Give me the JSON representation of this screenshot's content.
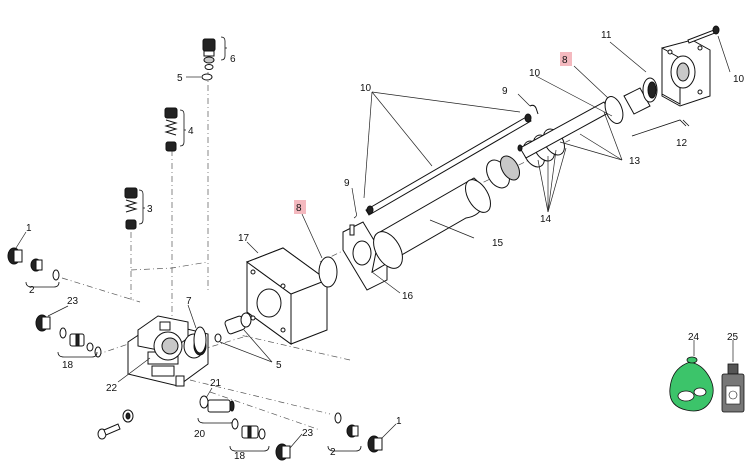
{
  "labels": {
    "p1a": "1",
    "p1b": "1",
    "p2a": "2",
    "p2b": "2",
    "p3": "3",
    "p4": "4",
    "p5a": "5",
    "p5b": "5",
    "p6": "6",
    "p7": "7",
    "p8a": "8",
    "p8b": "8",
    "p9a": "9",
    "p9b": "9",
    "p10a": "10",
    "p10b": "10",
    "p10c": "10",
    "p11": "11",
    "p12": "12",
    "p13": "13",
    "p14": "14",
    "p15": "15",
    "p16": "16",
    "p17": "17",
    "p18a": "18",
    "p18b": "18",
    "p20": "20",
    "p21": "21",
    "p22": "22",
    "p23a": "23",
    "p23b": "23",
    "p24": "24",
    "p25": "25"
  },
  "colors": {
    "highlight": "#f4b9bf",
    "kit_bag": "#3cc46a",
    "line": "#111111"
  },
  "icons": {
    "kit24": "seal-kit-bag-icon",
    "kit25": "grease-bottle-icon"
  }
}
